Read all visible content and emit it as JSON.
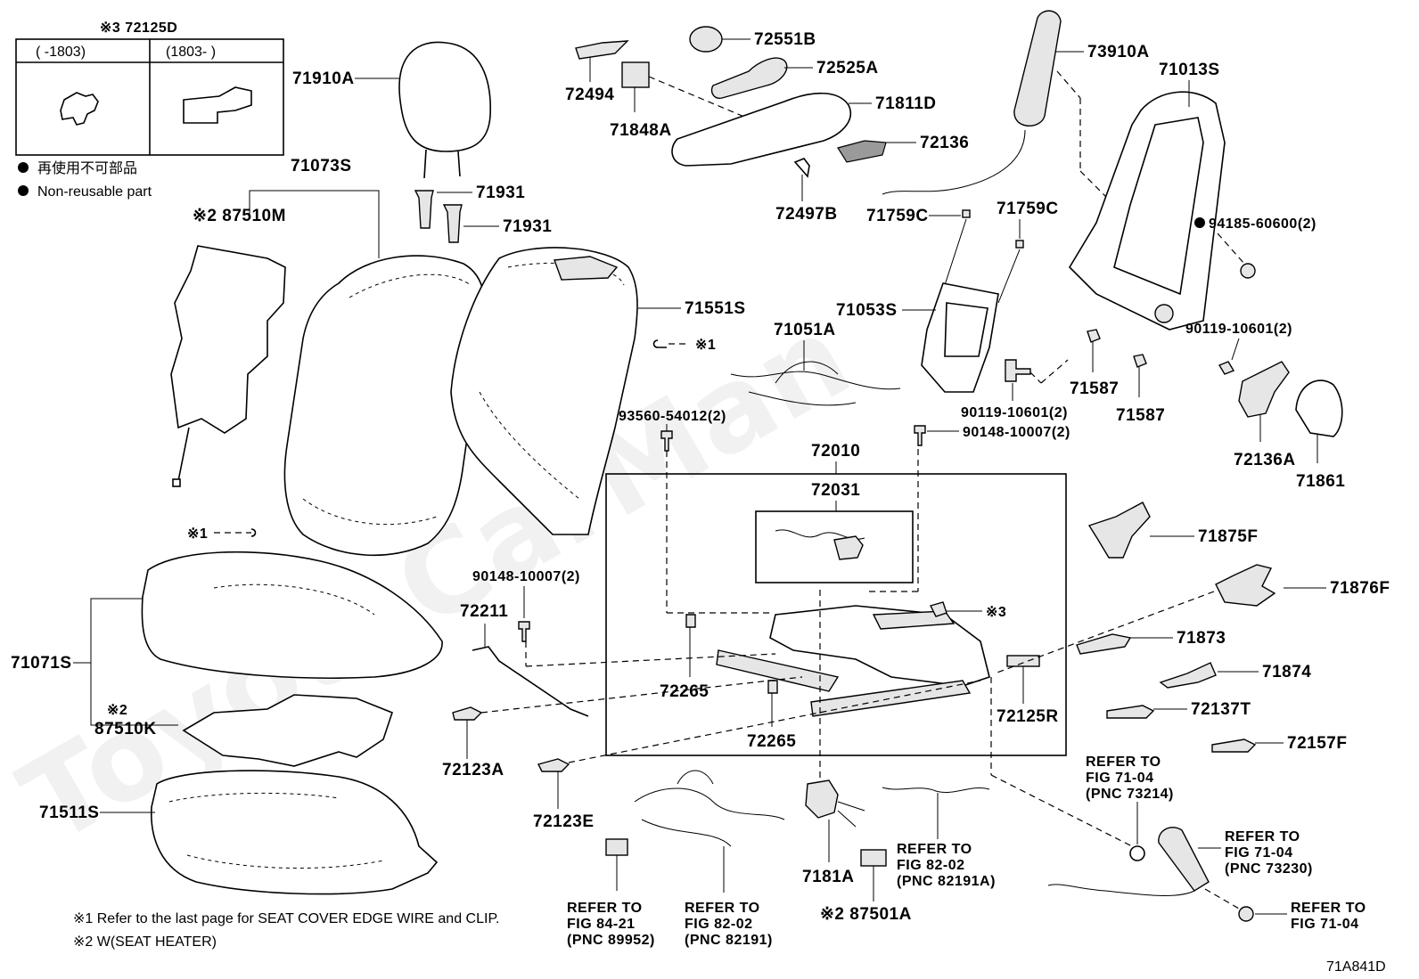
{
  "watermark": "ToyotaCarMan",
  "figure_code": "71A841D",
  "legend": {
    "non_reusable_jp": "再使用不可部品",
    "non_reusable_en": "Non-reusable part"
  },
  "inset": {
    "title": "※3 72125D",
    "col1": "(      -1803)",
    "col2": "(1803-        )"
  },
  "footnotes": [
    "※1 Refer to the last page for SEAT COVER EDGE WIRE and CLIP.",
    "※2 W(SEAT HEATER)"
  ],
  "labels": {
    "p71910A": "71910A",
    "p71073S": "71073S",
    "p87510M": "※2 87510M",
    "p71931a": "71931",
    "p71931b": "71931",
    "p71551S": "71551S",
    "mark1a": "※1",
    "mark1b": "※1",
    "p71071S": "71071S",
    "p87510K_mark": "※2",
    "p87510K": "87510K",
    "p71511S": "71511S",
    "p72494": "72494",
    "p72551B": "72551B",
    "p72525A": "72525A",
    "p71848A": "71848A",
    "p71811D": "71811D",
    "p72136": "72136",
    "p72497B": "72497B",
    "p73910A": "73910A",
    "p71013S": "71013S",
    "p71759C_a": "71759C",
    "p71759C_b": "71759C",
    "p94185": "94185-60600(2)",
    "p71053S": "71053S",
    "p71051A": "71051A",
    "p90119_a": "90119-10601(2)",
    "p90119_b": "90119-10601(2)",
    "p71587_a": "71587",
    "p71587_b": "71587",
    "p93560": "93560-54012(2)",
    "p90148_a": "90148-10007(2)",
    "p90148_b": "90148-10007(2)",
    "p72010": "72010",
    "p72031": "72031",
    "p72136A": "72136A",
    "p71861": "71861",
    "p71875F": "71875F",
    "p71876F": "71876F",
    "p72211": "72211",
    "p72265_a": "72265",
    "p72265_b": "72265",
    "mark3": "※3",
    "p71873": "71873",
    "p71874": "71874",
    "p72125R": "72125R",
    "p72137T": "72137T",
    "p72157F": "72157F",
    "p72123A": "72123A",
    "p72123E": "72123E",
    "p7181A": "7181A",
    "p87501A": "※2 87501A"
  },
  "refers": {
    "r1": [
      "REFER TO",
      "FIG 84-21",
      "(PNC 89952)"
    ],
    "r2": [
      "REFER TO",
      "FIG 82-02",
      "(PNC 82191)"
    ],
    "r3": [
      "REFER TO",
      "FIG 82-02",
      "(PNC 82191A)"
    ],
    "r4": [
      "REFER TO",
      "FIG 71-04",
      "(PNC 73214)"
    ],
    "r5": [
      "REFER TO",
      "FIG 71-04",
      "(PNC 73230)"
    ],
    "r6": [
      "REFER TO",
      "FIG 71-04"
    ]
  }
}
